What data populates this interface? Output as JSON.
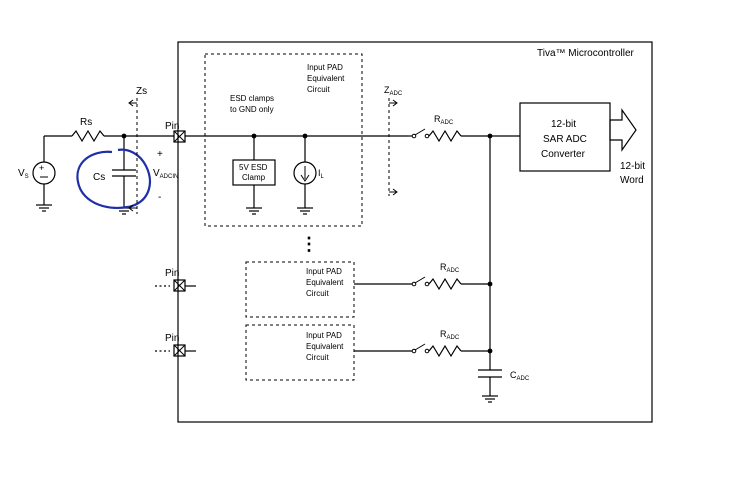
{
  "micro_title": "Tiva™ Microcontroller",
  "source": {
    "vs_main": "V",
    "vs_sub": "S",
    "rs": "Rs",
    "cs": "Cs",
    "zs": "Zs",
    "plus": "+",
    "minus": "-",
    "vadcin_main": "V",
    "vadcin_sub": "ADCIN"
  },
  "pins": [
    "Pin",
    "Pin",
    "Pin"
  ],
  "pad_main": {
    "title": [
      "Input PAD",
      "Equivalent",
      "Circuit"
    ],
    "esd_note": [
      "ESD clamps",
      "to GND only"
    ],
    "esd_clamp": [
      "5V ESD",
      "Clamp"
    ],
    "il_main": "I",
    "il_sub": "L"
  },
  "zadc_main": "Z",
  "zadc_sub": "ADC",
  "pad_lower": [
    "Input PAD",
    "Equivalent",
    "Circuit"
  ],
  "radc_main": "R",
  "radc_sub": "ADC",
  "adc": {
    "lines": [
      "12-bit",
      "SAR ADC",
      "Converter"
    ]
  },
  "output": [
    "12-bit",
    "Word"
  ],
  "cadc_main": "C",
  "cadc_sub": "ADC",
  "vdots": "⋮"
}
